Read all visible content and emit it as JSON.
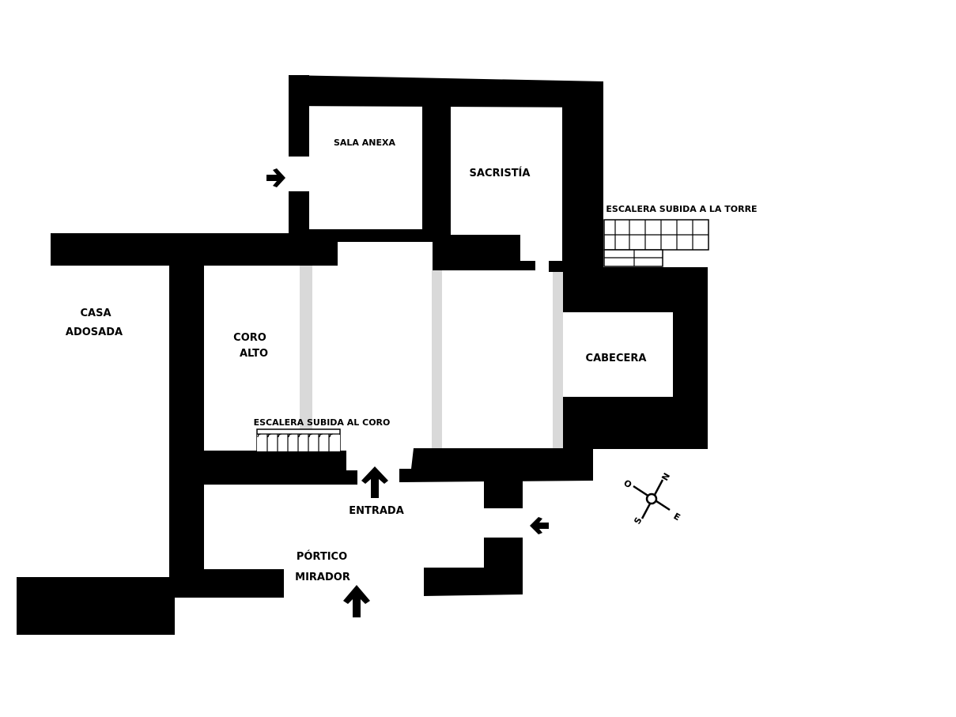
{
  "plan": {
    "labels": {
      "sala_anexa": "SALA ANEXA",
      "sacristia": "SACRISTÍA",
      "escalera_torre": "ESCALERA SUBIDA A LA TORRE",
      "casa_1": "CASA",
      "casa_2": "ADOSADA",
      "coro_1": "CORO",
      "coro_2": "ALTO",
      "cabecera": "CABECERA",
      "escalera_coro": "ESCALERA SUBIDA AL CORO",
      "entrada": "ENTRADA",
      "portico_1": "PÓRTICO",
      "portico_2": "MIRADOR"
    },
    "compass": {
      "north": "N",
      "south": "S",
      "east": "E",
      "west": "O"
    },
    "colors": {
      "wall": "#000000",
      "aisle": "#d9d9d9",
      "background": "#ffffff"
    }
  }
}
